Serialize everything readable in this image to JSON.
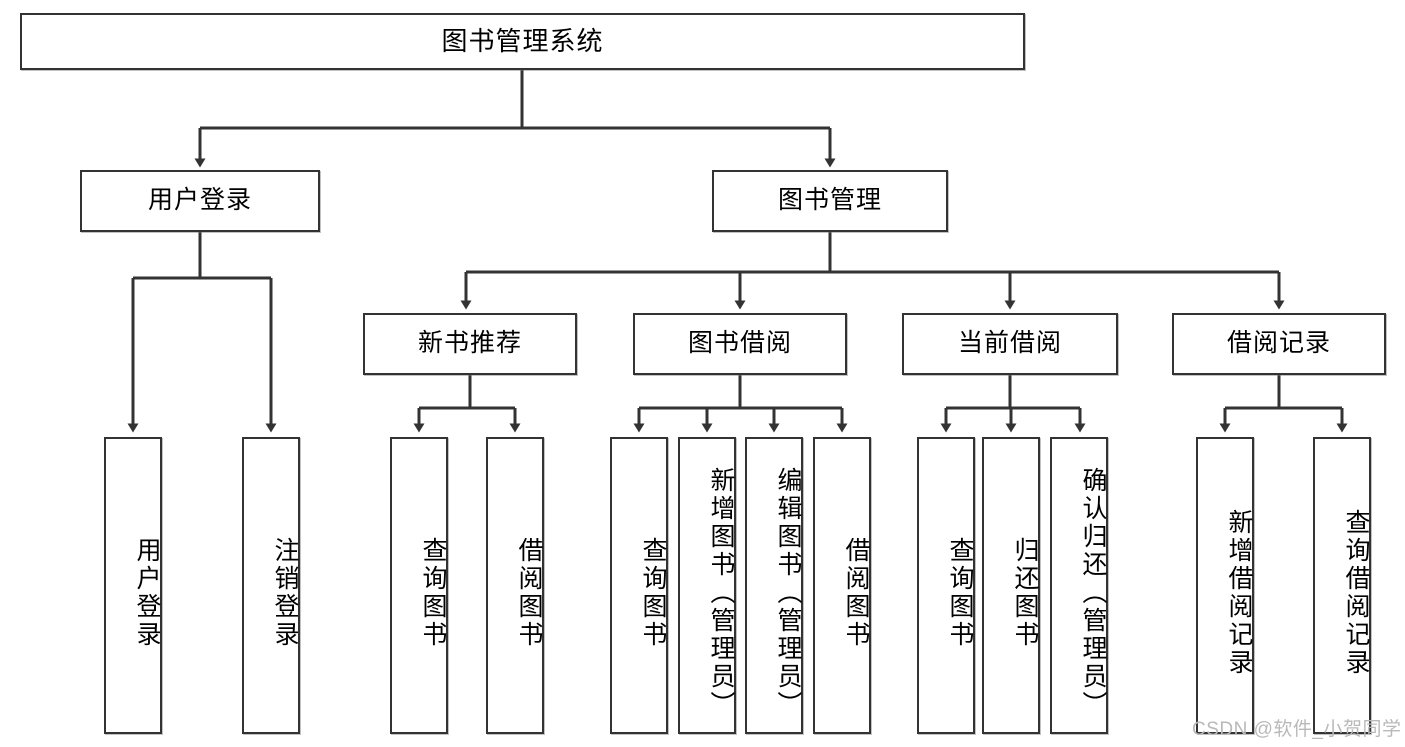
{
  "diagram": {
    "type": "tree-hierarchy",
    "title": "图书管理系统",
    "watermark": "CSDN @软件_小贺同学",
    "colors": {
      "box_border": "#333333",
      "box_fill": "#ffffff",
      "connector": "#333333",
      "background": "#ffffff",
      "watermark": "#b9b9b9"
    },
    "root": {
      "label": "图书管理系统"
    },
    "level2": [
      {
        "label": "用户登录"
      },
      {
        "label": "图书管理"
      }
    ],
    "level3": [
      {
        "label": "新书推荐"
      },
      {
        "label": "图书借阅"
      },
      {
        "label": "当前借阅"
      },
      {
        "label": "借阅记录"
      }
    ],
    "leaves": {
      "user_login": [
        {
          "label": "用户登录"
        },
        {
          "label": "注销登录"
        }
      ],
      "new_book_recommend": [
        {
          "label": "查询图书"
        },
        {
          "label": "借阅图书"
        }
      ],
      "book_borrow": [
        {
          "label": "查询图书"
        },
        {
          "label": "新增图书（管理员）"
        },
        {
          "label": "编辑图书（管理员）"
        },
        {
          "label": "借阅图书"
        }
      ],
      "current_borrow": [
        {
          "label": "查询图书"
        },
        {
          "label": "归还图书"
        },
        {
          "label": "确认归还（管理员）"
        }
      ],
      "borrow_record": [
        {
          "label": "新增借阅记录"
        },
        {
          "label": "查询借阅记录"
        }
      ]
    }
  }
}
